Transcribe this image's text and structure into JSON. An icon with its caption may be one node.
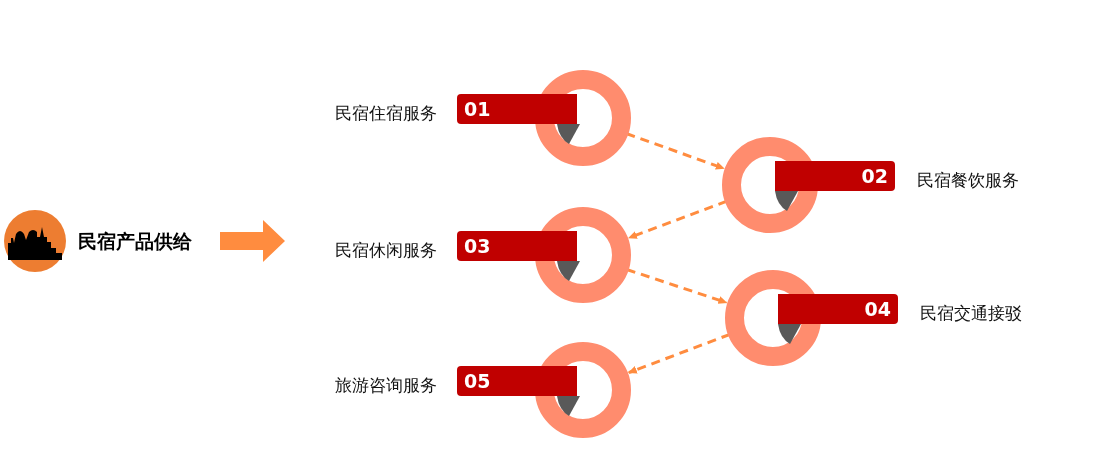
{
  "diagram": {
    "nodes": [
      {
        "text": [
          "民宿产品供给"
        ]
      },
      {
        "text": [
          "01"
        ],
        "beside": [
          "民宿住宿服务"
        ]
      },
      {
        "text": [
          "02"
        ],
        "beside": [
          "民宿餐饮服务"
        ]
      },
      {
        "text": [
          "03"
        ],
        "beside": [
          "民宿休闲服务"
        ]
      },
      {
        "text": [
          "04"
        ],
        "beside": [
          "民宿交通接驳"
        ]
      },
      {
        "text": [
          "05"
        ],
        "beside": [
          "旅游咨询服务"
        ]
      }
    ],
    "edges": [
      {
        "from": 0,
        "to": null,
        "arrow": "to",
        "style": "thick"
      },
      {
        "from": 1,
        "to": 2,
        "arrow": "to",
        "style": "dashed"
      },
      {
        "from": 2,
        "to": 3,
        "arrow": "to",
        "style": "dashed"
      },
      {
        "from": 3,
        "to": 4,
        "arrow": "to",
        "style": "dashed"
      },
      {
        "from": 4,
        "to": 5,
        "arrow": "to",
        "style": "dashed"
      }
    ]
  }
}
